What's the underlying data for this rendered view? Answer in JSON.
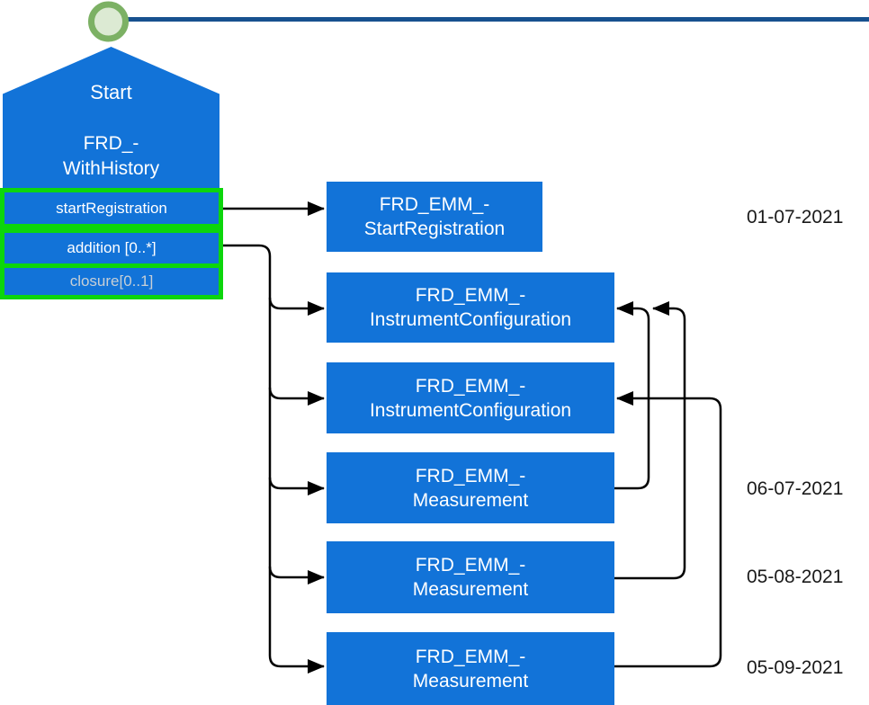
{
  "colors": {
    "node-blue": "#1273D8",
    "outline-green": "#0CD60C",
    "timeline-navy": "#17518F",
    "circle-ring-green": "#7CB164",
    "circle-fill-green": "#DCEAD3",
    "arrow-black": "#000000",
    "date-text": "#1A1A1A",
    "dimmed-label": "#C7CFD6"
  },
  "start": {
    "title": "Start",
    "name1": "FRD_-",
    "name2": "WithHistory"
  },
  "operations": [
    {
      "label": "startRegistration"
    },
    {
      "label": "addition [0..*]"
    },
    {
      "label": "closure[0..1]"
    }
  ],
  "events": [
    {
      "line1": "FRD_EMM_-",
      "line2": "StartRegistration",
      "date": "01-07-2021"
    },
    {
      "line1": "FRD_EMM_-",
      "line2": "InstrumentConfiguration"
    },
    {
      "line1": "FRD_EMM_-",
      "line2": "InstrumentConfiguration"
    },
    {
      "line1": "FRD_EMM_-",
      "line2": "Measurement",
      "date": "06-07-2021"
    },
    {
      "line1": "FRD_EMM_-",
      "line2": "Measurement",
      "date": "05-08-2021"
    },
    {
      "line1": "FRD_EMM_-",
      "line2": "Measurement",
      "date": "05-09-2021"
    }
  ]
}
